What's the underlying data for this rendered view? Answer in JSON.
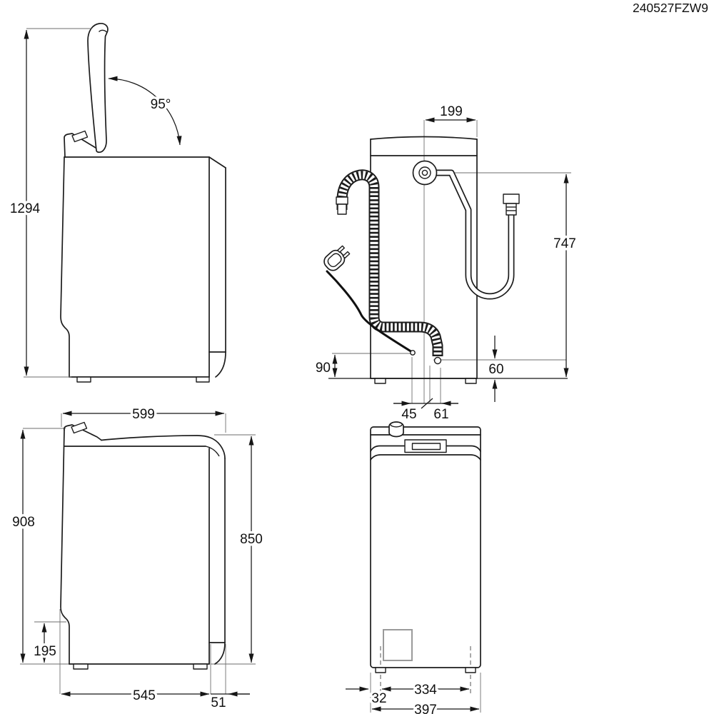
{
  "drawing_code": "240527FZW9",
  "side_open_view": {
    "label_lid_angle": "95°",
    "label_height_open": "1294"
  },
  "back_view": {
    "label_inlet_offset": "199",
    "label_hose_reach": "747",
    "label_cord_height": "90",
    "label_drain_height": "60",
    "label_cord_spacing": "45",
    "label_drain_spacing": "61"
  },
  "side_view": {
    "label_depth_top": "599",
    "label_height_total": "908",
    "label_height_body": "850",
    "label_plinth_height": "195",
    "label_base_depth": "545",
    "label_rear_clearance": "51"
  },
  "front_view": {
    "label_feet_spacing": "334",
    "label_foot_offset": "32",
    "label_width": "397"
  },
  "colors": {
    "line": "#1c1c1c",
    "background": "#ffffff"
  }
}
